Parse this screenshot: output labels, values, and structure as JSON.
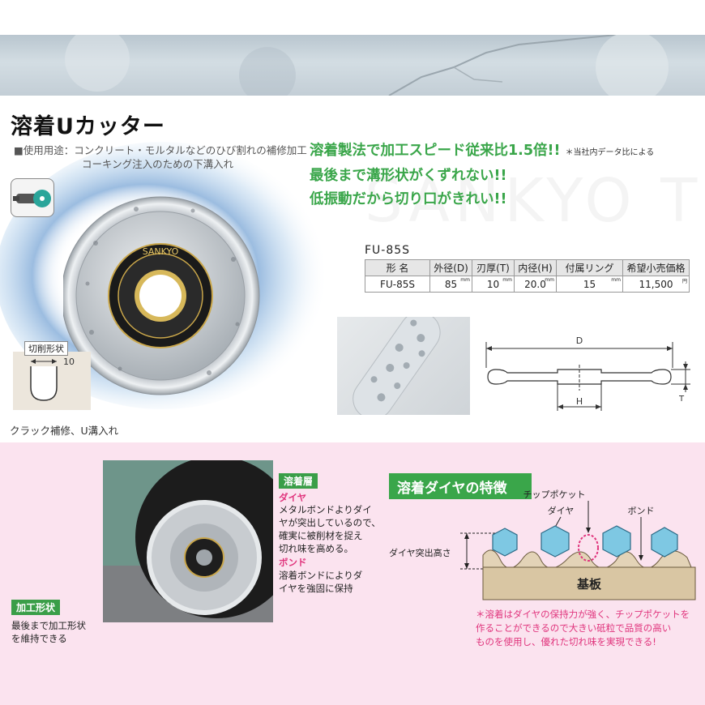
{
  "title": "溶着Uカッター",
  "usage": {
    "line1": "■使用用途：コンクリート・モルタルなどのひび割れの補修加工",
    "line2": "コーキング注入のための下溝入れ"
  },
  "headline": {
    "line1": "溶着製法で加工スピード従来比1.5倍!!",
    "note": "＊当社内データ比による",
    "line2": "最後まで溝形状がくずれない!!",
    "line3": "低振動だから切り口がきれい!!"
  },
  "watermark": "SANKYO TOOL",
  "blade_logo": "SANKYO",
  "model": "FU-85S",
  "table": {
    "headers": [
      "形 名",
      "外径(D)",
      "刃厚(T)",
      "内径(H)",
      "付属リング",
      "希望小売価格"
    ],
    "units": [
      "",
      "mm",
      "mm",
      "mm",
      "mm",
      "円"
    ],
    "row": [
      "FU-85S",
      "85",
      "10",
      "20.0",
      "15",
      "11,500"
    ]
  },
  "dimension_labels": {
    "d": "D",
    "h": "H",
    "t": "T"
  },
  "cut_shape": {
    "label": "切削形状",
    "width": "10"
  },
  "caption": "クラック補修、U溝入れ",
  "layer": {
    "tag": "溶着層",
    "diamond_title": "ダイヤ",
    "diamond_desc": [
      "メタルボンドよりダイ",
      "ヤが突出しているので、",
      "確実に被削材を捉え",
      "切れ味を高める。"
    ],
    "bond_title": "ボンド",
    "bond_desc": [
      "溶着ボンドによりダ",
      "イヤを強固に保持"
    ]
  },
  "shape": {
    "tag": "加工形状",
    "desc": [
      "最後まで加工形状",
      "を維持できる"
    ]
  },
  "feature": {
    "title": "溶着ダイヤの特徴",
    "chip_pocket": "チップポケット",
    "diamond": "ダイヤ",
    "bond": "ボンド",
    "protrusion": "ダイヤ突出高さ",
    "base": "基板",
    "footnote": [
      "＊溶着はダイヤの保持力が強く、チップポケットを",
      "作ることができるので大きい砥粒で品質の高い",
      "ものを使用し、優れた切れ味を実現できる!"
    ]
  },
  "colors": {
    "accent_green": "#3aa64a",
    "accent_pink": "#e0357d",
    "pink_bg": "#fbe3ef",
    "diamond": "#7ec8e3"
  }
}
